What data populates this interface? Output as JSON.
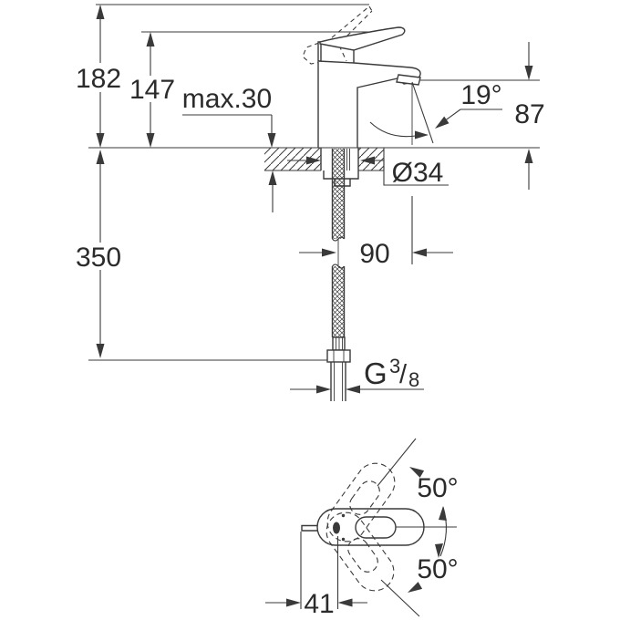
{
  "front_view": {
    "total_height": "182",
    "height_to_lever": "147",
    "max_mounting_thickness": "max.30",
    "spout_angle": "19°",
    "spout_height": "87",
    "hole_diameter": "Ø34",
    "hose_to_spout_offset": "90",
    "hose_length": "350",
    "thread": {
      "prefix": "G",
      "numerator": "3",
      "slash": "/",
      "denominator": "8"
    }
  },
  "top_view": {
    "handle_swivel_upper": "50°",
    "handle_swivel_lower": "50°",
    "spout_reach": "41"
  },
  "colors": {
    "line": "#3a3a3a",
    "text": "#2b2b2b",
    "background": "#ffffff"
  }
}
